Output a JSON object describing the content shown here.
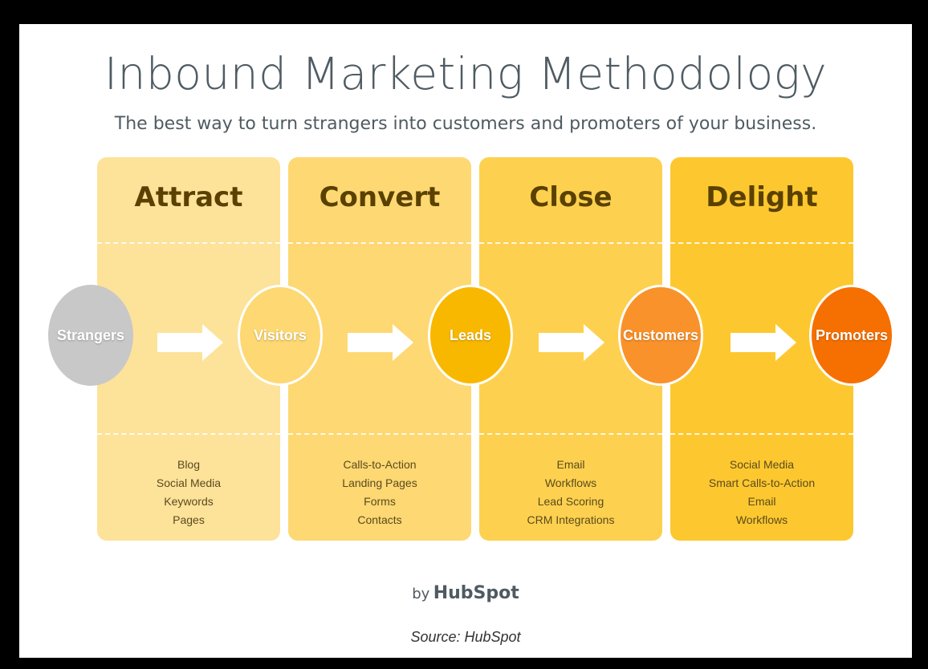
{
  "title": "Inbound Marketing Methodology",
  "subtitle": "The best way to turn strangers into customers and promoters of your business.",
  "stages": [
    {
      "name": "Attract",
      "color": "#fde29a",
      "tools": [
        "Blog",
        "Social Media",
        "Keywords",
        "Pages"
      ]
    },
    {
      "name": "Convert",
      "color": "#fdd873",
      "tools": [
        "Calls-to-Action",
        "Landing Pages",
        "Forms",
        "Contacts"
      ]
    },
    {
      "name": "Close",
      "color": "#fdd14f",
      "tools": [
        "Email",
        "Workflows",
        "Lead Scoring",
        "CRM Integrations"
      ]
    },
    {
      "name": "Delight",
      "color": "#fdc82f",
      "tools": [
        "Social Media",
        "Smart Calls-to-Action",
        "Email",
        "Workflows"
      ]
    }
  ],
  "audiences": [
    {
      "label": "Strangers",
      "color": "#c8c8c8"
    },
    {
      "label": "Visitors",
      "color": "#fdd873"
    },
    {
      "label": "Leads",
      "color": "#f9b800"
    },
    {
      "label": "Customers",
      "color": "#f9922a"
    },
    {
      "label": "Promoters",
      "color": "#f57000"
    }
  ],
  "byline": {
    "by": "by",
    "brand": "HubSpot"
  },
  "source": "Source: HubSpot"
}
